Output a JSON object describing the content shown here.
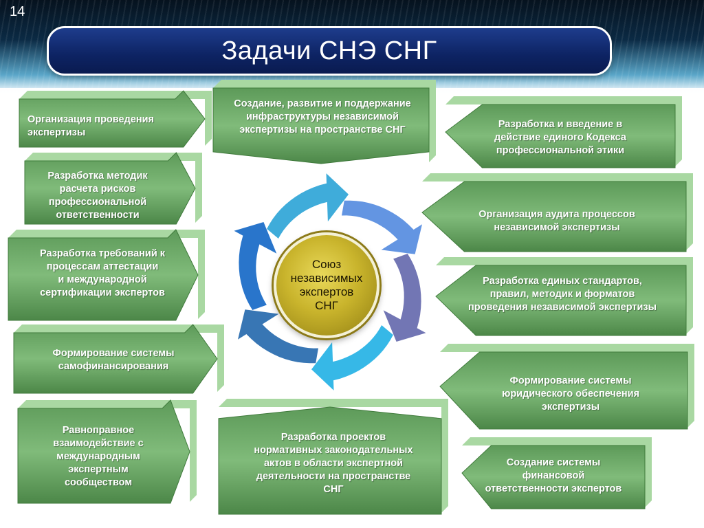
{
  "slide_number": "14",
  "title": "Задачи СНЭ СНГ",
  "hub": {
    "lines": [
      "Союз",
      "независимых",
      "экспертов",
      "СНГ"
    ]
  },
  "colors": {
    "node_green": "#6fa86a",
    "node_light": "#a6d5a0",
    "node_dark": "#4f8a4c",
    "title_blue": "#0d2363",
    "hub_gold": "#c9b42c"
  },
  "nodes": [
    {
      "id": "n1",
      "shape": "arrow-right",
      "lines": [
        "Организация проведения",
        "экспертизы"
      ]
    },
    {
      "id": "n2",
      "shape": "arrow-right",
      "lines": [
        "Разработка методик",
        "расчета рисков",
        "профессиональной",
        "ответственности"
      ]
    },
    {
      "id": "n3",
      "shape": "arrow-right",
      "lines": [
        "Разработка требований к",
        "процессам аттестации",
        "и международной",
        "сертификации экспертов"
      ]
    },
    {
      "id": "n4",
      "shape": "arrow-right",
      "lines": [
        "Формирование системы",
        "самофинансирования"
      ]
    },
    {
      "id": "n5",
      "shape": "arrow-right",
      "lines": [
        "Равноправное",
        "взаимодействие с",
        "международным",
        "экспертным",
        "сообществом"
      ]
    },
    {
      "id": "n6",
      "shape": "arrow-down",
      "lines": [
        "Создание, развитие и поддержание",
        "инфраструктуры независимой",
        "экспертизы на пространстве СНГ"
      ]
    },
    {
      "id": "n7",
      "shape": "arrow-up",
      "lines": [
        "Разработка проектов",
        "нормативных законодательных",
        "актов в области экспертной",
        "деятельности на пространстве",
        "СНГ"
      ]
    },
    {
      "id": "n8",
      "shape": "arrow-left",
      "lines": [
        "Разработка и введение в",
        "действие единого Кодекса",
        "профессиональной этики"
      ]
    },
    {
      "id": "n9",
      "shape": "arrow-left",
      "lines": [
        "Организация аудита процессов",
        "независимой экспертизы"
      ]
    },
    {
      "id": "n10",
      "shape": "arrow-left",
      "lines": [
        "Разработка единых стандартов,",
        "правил, методик и форматов",
        "проведения независимой экспертизы"
      ]
    },
    {
      "id": "n11",
      "shape": "arrow-left",
      "lines": [
        "Формирование системы",
        "юридического обеспечения",
        "экспертизы"
      ]
    },
    {
      "id": "n12",
      "shape": "arrow-left",
      "lines": [
        "Создание системы",
        "финансовой",
        "ответственности экспертов"
      ]
    }
  ]
}
